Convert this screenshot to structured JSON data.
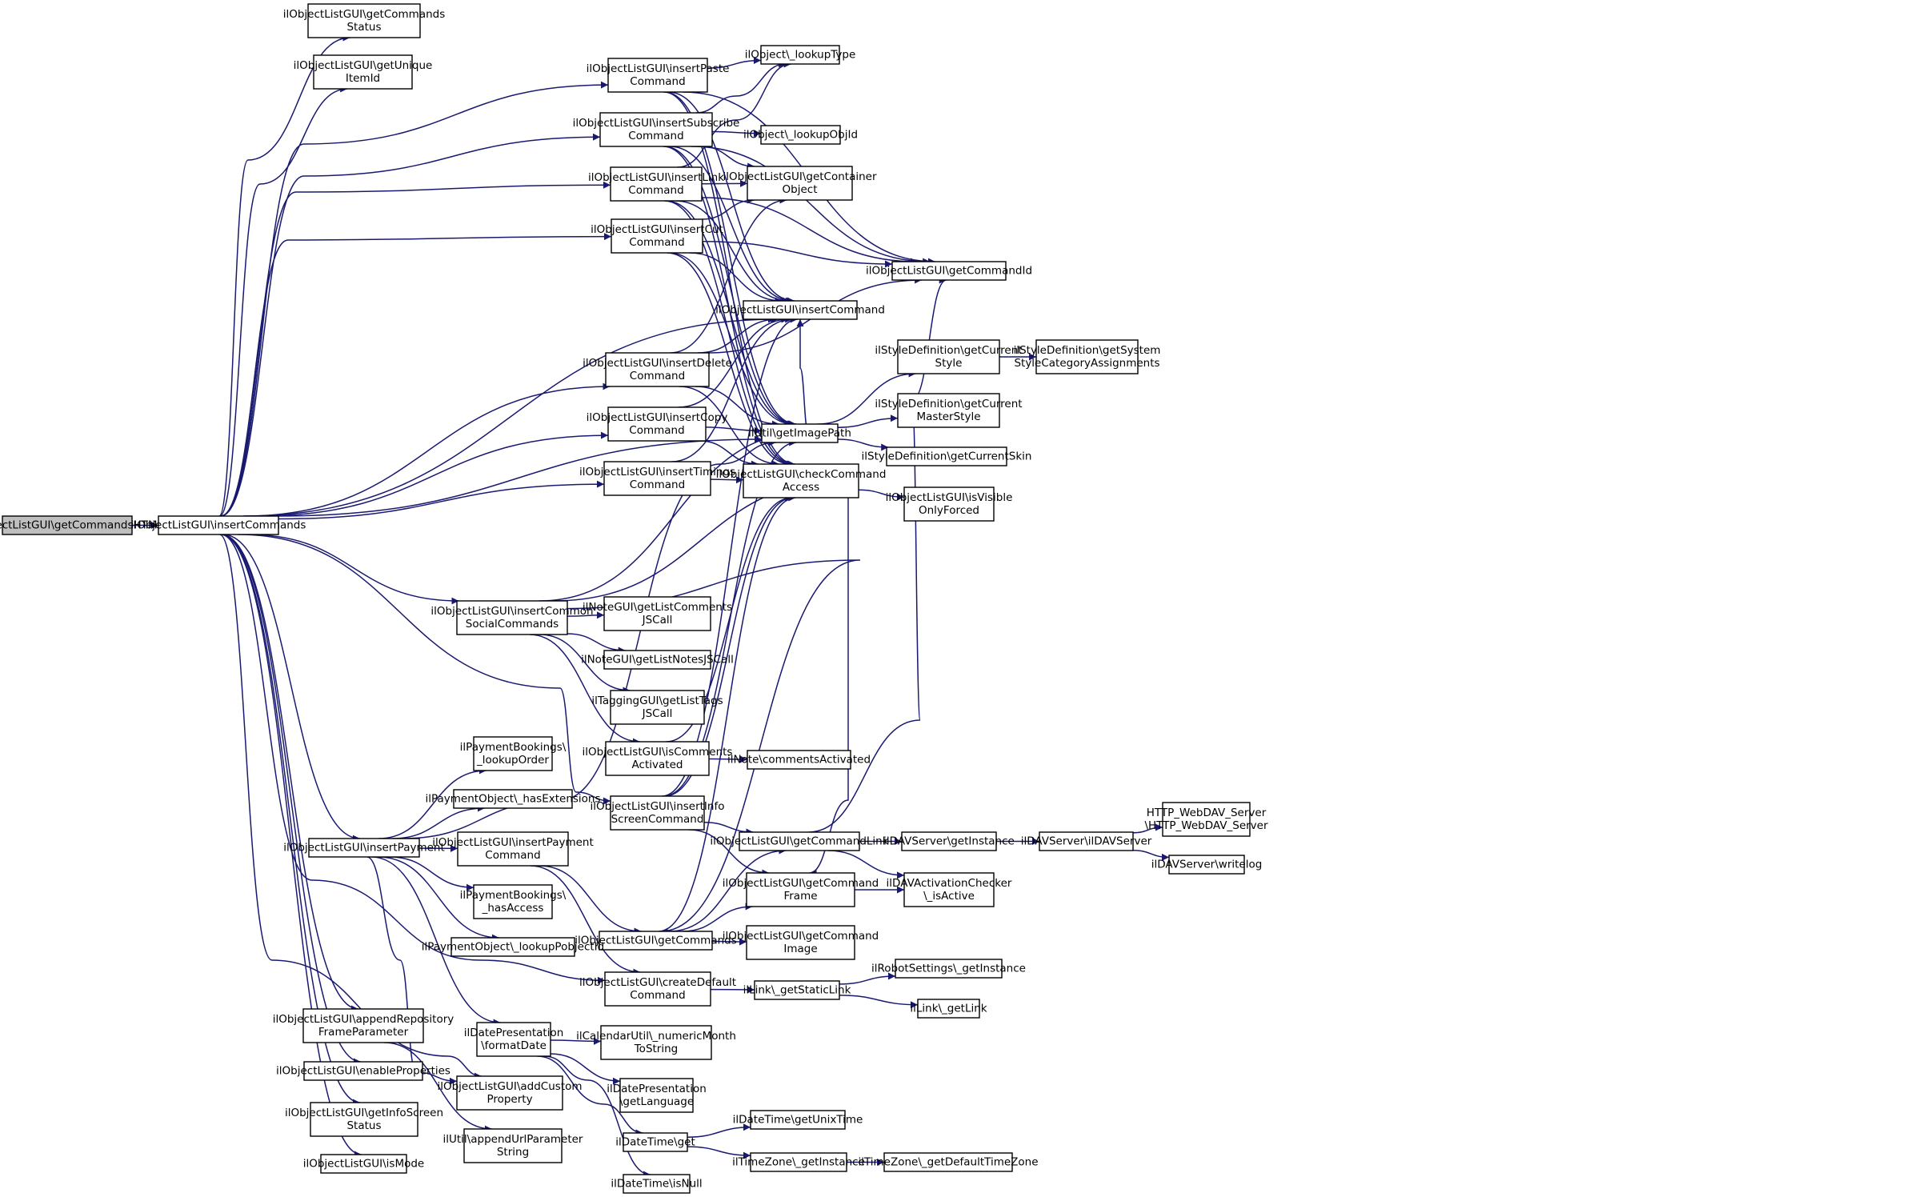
{
  "graph": {
    "colors": {
      "edge": "#191970",
      "node_border": "#000000",
      "node_fill": "#ffffff",
      "root_fill": "#bfbfbf"
    },
    "nodes": [
      {
        "id": "getCommandsHTML",
        "lines": [
          "ilObjectListGUI\\getCommandsHTML"
        ],
        "root": true
      },
      {
        "id": "insertCommands",
        "lines": [
          "ilObjectListGUI\\insertCommands"
        ]
      },
      {
        "id": "getCommandsStatus",
        "lines": [
          "ilObjectListGUI\\getCommands",
          "Status"
        ]
      },
      {
        "id": "getUniqueItemId",
        "lines": [
          "ilObjectListGUI\\getUnique",
          "ItemId"
        ]
      },
      {
        "id": "insertPaste",
        "lines": [
          "ilObjectListGUI\\insertPaste",
          "Command"
        ]
      },
      {
        "id": "insertSubscribe",
        "lines": [
          "ilObjectListGUI\\insertSubscribe",
          "Command"
        ]
      },
      {
        "id": "insertLink",
        "lines": [
          "ilObjectListGUI\\insertLink",
          "Command"
        ]
      },
      {
        "id": "insertCut",
        "lines": [
          "ilObjectListGUI\\insertCut",
          "Command"
        ]
      },
      {
        "id": "insertDelete",
        "lines": [
          "ilObjectListGUI\\insertDelete",
          "Command"
        ]
      },
      {
        "id": "insertCopy",
        "lines": [
          "ilObjectListGUI\\insertCopy",
          "Command"
        ]
      },
      {
        "id": "insertTimings",
        "lines": [
          "ilObjectListGUI\\insertTimings",
          "Command"
        ]
      },
      {
        "id": "insertCommonSocial",
        "lines": [
          "ilObjectListGUI\\insertCommon",
          "SocialCommands"
        ]
      },
      {
        "id": "isCommentsActivated",
        "lines": [
          "ilObjectListGUI\\isComments",
          "Activated"
        ]
      },
      {
        "id": "insertInfoScreen",
        "lines": [
          "ilObjectListGUI\\insertInfo",
          "ScreenCommand"
        ]
      },
      {
        "id": "insertPayment",
        "lines": [
          "ilObjectListGUI\\insertPayment"
        ]
      },
      {
        "id": "getCommands",
        "lines": [
          "ilObjectListGUI\\getCommands"
        ]
      },
      {
        "id": "createDefault",
        "lines": [
          "ilObjectListGUI\\createDefault",
          "Command"
        ]
      },
      {
        "id": "appendRepo",
        "lines": [
          "ilObjectListGUI\\appendRepository",
          "FrameParameter"
        ]
      },
      {
        "id": "enableProps",
        "lines": [
          "ilObjectListGUI\\enableProperties"
        ]
      },
      {
        "id": "getInfoScreenStatus",
        "lines": [
          "ilObjectListGUI\\getInfoScreen",
          "Status"
        ]
      },
      {
        "id": "isMode",
        "lines": [
          "ilObjectListGUI\\isMode"
        ]
      },
      {
        "id": "lookupType",
        "lines": [
          "ilObject\\_lookupType"
        ]
      },
      {
        "id": "lookupObjId",
        "lines": [
          "ilObject\\_lookupObjId"
        ]
      },
      {
        "id": "getContainerObject",
        "lines": [
          "ilObjectListGUI\\getContainer",
          "Object"
        ]
      },
      {
        "id": "getCommandId",
        "lines": [
          "ilObjectListGUI\\getCommandId"
        ]
      },
      {
        "id": "insertCommand",
        "lines": [
          "ilObjectListGUI\\insertCommand"
        ]
      },
      {
        "id": "getImagePath",
        "lines": [
          "ilUtil\\getImagePath"
        ]
      },
      {
        "id": "checkCommandAccess",
        "lines": [
          "ilObjectListGUI\\checkCommand",
          "Access"
        ]
      },
      {
        "id": "styleCurrentStyle",
        "lines": [
          "ilStyleDefinition\\getCurrent",
          "Style"
        ]
      },
      {
        "id": "styleSysCat",
        "lines": [
          "ilStyleDefinition\\getSystem",
          "StyleCategoryAssignments"
        ]
      },
      {
        "id": "styleMasterStyle",
        "lines": [
          "ilStyleDefinition\\getCurrent",
          "MasterStyle"
        ]
      },
      {
        "id": "styleCurrentSkin",
        "lines": [
          "ilStyleDefinition\\getCurrentSkin"
        ]
      },
      {
        "id": "isVisibleOnlyForced",
        "lines": [
          "ilObjectListGUI\\isVisible",
          "OnlyForced"
        ]
      },
      {
        "id": "noteListComments",
        "lines": [
          "ilNoteGUI\\getListComments",
          "JSCall"
        ]
      },
      {
        "id": "noteListNotes",
        "lines": [
          "ilNoteGUI\\getListNotesJSCall"
        ]
      },
      {
        "id": "taggingListTags",
        "lines": [
          "ilTaggingGUI\\getListTags",
          "JSCall"
        ]
      },
      {
        "id": "commentsActivated",
        "lines": [
          "ilNote\\commentsActivated"
        ]
      },
      {
        "id": "getCommandLink",
        "lines": [
          "ilObjectListGUI\\getCommandLink"
        ]
      },
      {
        "id": "getCommandFrame",
        "lines": [
          "ilObjectListGUI\\getCommand",
          "Frame"
        ]
      },
      {
        "id": "getCommandImage",
        "lines": [
          "ilObjectListGUI\\getCommand",
          "Image"
        ]
      },
      {
        "id": "davGetInstance",
        "lines": [
          "ilDAVServer\\getInstance"
        ]
      },
      {
        "id": "davServer",
        "lines": [
          "ilDAVServer\\ilDAVServer"
        ]
      },
      {
        "id": "httpWebDav",
        "lines": [
          "HTTP_WebDAV_Server",
          "\\HTTP_WebDAV_Server"
        ]
      },
      {
        "id": "davWritelog",
        "lines": [
          "ilDAVServer\\writelog"
        ]
      },
      {
        "id": "davActivation",
        "lines": [
          "ilDAVActivationChecker",
          "\\_isActive"
        ]
      },
      {
        "id": "payLookupOrder",
        "lines": [
          "ilPaymentBookings\\",
          "_lookupOrder"
        ]
      },
      {
        "id": "payHasExt",
        "lines": [
          "ilPaymentObject\\_hasExtensions"
        ]
      },
      {
        "id": "insertPaymentCmd",
        "lines": [
          "ilObjectListGUI\\insertPayment",
          "Command"
        ]
      },
      {
        "id": "payHasAccess",
        "lines": [
          "ilPaymentBookings\\",
          "_hasAccess"
        ]
      },
      {
        "id": "payLookupPobj",
        "lines": [
          "ilPaymentObject\\_lookupPobjectId"
        ]
      },
      {
        "id": "formatDate",
        "lines": [
          "ilDatePresentation",
          "\\formatDate"
        ]
      },
      {
        "id": "addCustomProp",
        "lines": [
          "ilObjectListGUI\\addCustom",
          "Property"
        ]
      },
      {
        "id": "appendUrlParam",
        "lines": [
          "ilUtil\\appendUrlParameter",
          "String"
        ]
      },
      {
        "id": "linkGetStatic",
        "lines": [
          "ilLink\\_getStaticLink"
        ]
      },
      {
        "id": "robotSettings",
        "lines": [
          "ilRobotSettings\\_getInstance"
        ]
      },
      {
        "id": "linkGetLink",
        "lines": [
          "ilLink\\_getLink"
        ]
      },
      {
        "id": "calNumericMonth",
        "lines": [
          "ilCalendarUtil\\_numericMonth",
          "ToString"
        ]
      },
      {
        "id": "dpGetLanguage",
        "lines": [
          "ilDatePresentation",
          "\\getLanguage"
        ]
      },
      {
        "id": "dtGet",
        "lines": [
          "ilDateTime\\get"
        ]
      },
      {
        "id": "dtIsNull",
        "lines": [
          "ilDateTime\\isNull"
        ]
      },
      {
        "id": "dtUnixTime",
        "lines": [
          "ilDateTime\\getUnixTime"
        ]
      },
      {
        "id": "tzGetInstance",
        "lines": [
          "ilTimeZone\\_getInstance"
        ]
      },
      {
        "id": "tzDefault",
        "lines": [
          "ilTimeZone\\_getDefaultTimeZone"
        ]
      }
    ],
    "edges": [
      [
        "getCommandsHTML",
        "insertCommands"
      ],
      [
        "insertCommands",
        "getCommandsStatus"
      ],
      [
        "insertCommands",
        "getUniqueItemId"
      ],
      [
        "insertCommands",
        "insertPaste"
      ],
      [
        "insertCommands",
        "insertSubscribe"
      ],
      [
        "insertCommands",
        "insertLink"
      ],
      [
        "insertCommands",
        "insertCut"
      ],
      [
        "insertCommands",
        "insertCommand"
      ],
      [
        "insertCommands",
        "insertDelete"
      ],
      [
        "insertCommands",
        "insertCopy"
      ],
      [
        "insertCommands",
        "insertTimings"
      ],
      [
        "insertCommands",
        "getImagePath"
      ],
      [
        "insertCommands",
        "insertCommonSocial"
      ],
      [
        "insertCommands",
        "insertInfoScreen"
      ],
      [
        "insertCommands",
        "insertPayment"
      ],
      [
        "insertCommands",
        "createDefault"
      ],
      [
        "insertCommands",
        "appendRepo"
      ],
      [
        "insertCommands",
        "enableProps"
      ],
      [
        "insertCommands",
        "getInfoScreenStatus"
      ],
      [
        "insertCommands",
        "isMode"
      ],
      [
        "insertCommands",
        "addCustomProp"
      ],
      [
        "insertPaste",
        "lookupType"
      ],
      [
        "insertPaste",
        "getCommandId"
      ],
      [
        "insertPaste",
        "insertCommand"
      ],
      [
        "insertPaste",
        "getImagePath"
      ],
      [
        "insertPaste",
        "checkCommandAccess"
      ],
      [
        "insertSubscribe",
        "lookupObjId"
      ],
      [
        "insertSubscribe",
        "getContainerObject"
      ],
      [
        "insertSubscribe",
        "getCommandId"
      ],
      [
        "insertSubscribe",
        "insertCommand"
      ],
      [
        "insertSubscribe",
        "getImagePath"
      ],
      [
        "insertSubscribe",
        "checkCommandAccess"
      ],
      [
        "insertSubscribe",
        "lookupType"
      ],
      [
        "insertLink",
        "lookupType"
      ],
      [
        "insertLink",
        "getContainerObject"
      ],
      [
        "insertLink",
        "getCommandId"
      ],
      [
        "insertLink",
        "insertCommand"
      ],
      [
        "insertLink",
        "getImagePath"
      ],
      [
        "insertLink",
        "checkCommandAccess"
      ],
      [
        "insertCut",
        "getContainerObject"
      ],
      [
        "insertCut",
        "getCommandId"
      ],
      [
        "insertCut",
        "insertCommand"
      ],
      [
        "insertCut",
        "getImagePath"
      ],
      [
        "insertCut",
        "checkCommandAccess"
      ],
      [
        "insertDelete",
        "getContainerObject"
      ],
      [
        "insertDelete",
        "getCommandId"
      ],
      [
        "insertDelete",
        "insertCommand"
      ],
      [
        "insertDelete",
        "getImagePath"
      ],
      [
        "insertDelete",
        "checkCommandAccess"
      ],
      [
        "insertCopy",
        "insertCommand"
      ],
      [
        "insertCopy",
        "getImagePath"
      ],
      [
        "insertCopy",
        "checkCommandAccess"
      ],
      [
        "insertTimings",
        "insertCommand"
      ],
      [
        "insertTimings",
        "checkCommandAccess"
      ],
      [
        "getImagePath",
        "styleCurrentStyle"
      ],
      [
        "getImagePath",
        "styleMasterStyle"
      ],
      [
        "getImagePath",
        "styleCurrentSkin"
      ],
      [
        "styleCurrentStyle",
        "styleSysCat"
      ],
      [
        "checkCommandAccess",
        "isVisibleOnlyForced"
      ],
      [
        "insertCommonSocial",
        "noteListComments"
      ],
      [
        "insertCommonSocial",
        "noteListNotes"
      ],
      [
        "insertCommonSocial",
        "taggingListTags"
      ],
      [
        "insertCommonSocial",
        "isCommentsActivated"
      ],
      [
        "insertCommonSocial",
        "insertCommand"
      ],
      [
        "insertCommonSocial",
        "getCommandFrame"
      ],
      [
        "insertCommonSocial",
        "getCommands"
      ],
      [
        "isCommentsActivated",
        "commentsActivated"
      ],
      [
        "isCommentsActivated",
        "checkCommandAccess"
      ],
      [
        "insertInfoScreen",
        "getCommandLink"
      ],
      [
        "insertInfoScreen",
        "getCommandFrame"
      ],
      [
        "insertInfoScreen",
        "insertCommand"
      ],
      [
        "insertInfoScreen",
        "getImagePath"
      ],
      [
        "insertInfoScreen",
        "checkCommandAccess"
      ],
      [
        "getCommandLink",
        "davGetInstance"
      ],
      [
        "getCommandLink",
        "davActivation"
      ],
      [
        "getCommandLink",
        "getCommandId"
      ],
      [
        "davGetInstance",
        "davServer"
      ],
      [
        "davServer",
        "httpWebDav"
      ],
      [
        "davServer",
        "davWritelog"
      ],
      [
        "getCommandFrame",
        "davActivation"
      ],
      [
        "getCommands",
        "getCommandLink"
      ],
      [
        "getCommands",
        "getCommandFrame"
      ],
      [
        "getCommands",
        "getCommandImage"
      ],
      [
        "getCommands",
        "checkCommandAccess"
      ],
      [
        "insertPayment",
        "payLookupOrder"
      ],
      [
        "insertPayment",
        "payHasExt"
      ],
      [
        "insertPayment",
        "insertPaymentCmd"
      ],
      [
        "insertPayment",
        "payHasAccess"
      ],
      [
        "insertPayment",
        "payLookupPobj"
      ],
      [
        "insertPayment",
        "formatDate"
      ],
      [
        "insertPayment",
        "addCustomProp"
      ],
      [
        "insertPayment",
        "getImagePath"
      ],
      [
        "insertPaymentCmd",
        "getCommands"
      ],
      [
        "insertPaymentCmd",
        "createDefault"
      ],
      [
        "createDefault",
        "linkGetStatic"
      ],
      [
        "linkGetStatic",
        "robotSettings"
      ],
      [
        "linkGetStatic",
        "linkGetLink"
      ],
      [
        "appendRepo",
        "appendUrlParam"
      ],
      [
        "formatDate",
        "calNumericMonth"
      ],
      [
        "formatDate",
        "dpGetLanguage"
      ],
      [
        "formatDate",
        "dtGet"
      ],
      [
        "formatDate",
        "dtIsNull"
      ],
      [
        "dtGet",
        "dtUnixTime"
      ],
      [
        "dtGet",
        "tzGetInstance"
      ],
      [
        "tzGetInstance",
        "tzDefault"
      ]
    ]
  }
}
